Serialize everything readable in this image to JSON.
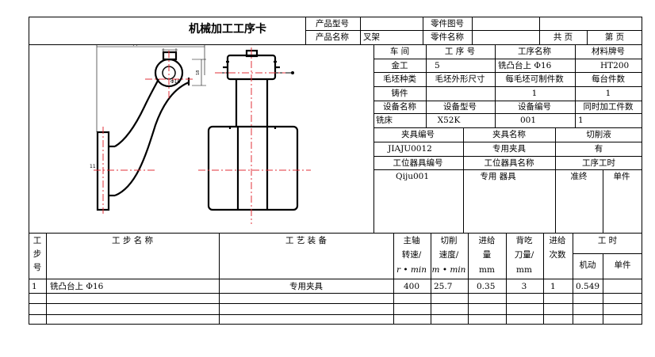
{
  "header": {
    "title": "机械加工工序卡",
    "product_model_label": "产品型号",
    "product_model_value": "",
    "part_drawing_no_label": "零件图号",
    "part_drawing_no_value": "",
    "product_name_label": "产品名称",
    "product_name_value": "叉架",
    "part_name_label": "零件名称",
    "part_name_value": "",
    "total_pages_label": "共  页",
    "page_label": "第  页"
  },
  "info": {
    "workshop_label": "车  间",
    "process_no_label": "工 序 号",
    "process_name_label": "工序名称",
    "material_label": "材料牌号",
    "workshop": "金工",
    "process_no": "5",
    "process_name": "铣凸台上 Φ16",
    "material": "HT200",
    "blank_type_label": "毛坯种类",
    "blank_size_label": "毛坯外形尺寸",
    "pieces_per_blank_label": "每毛坯可制件数",
    "pieces_per_unit_label": "每台件数",
    "blank_type": "铸件",
    "blank_size": "",
    "pieces_per_blank": "1",
    "pieces_per_unit": "1",
    "equipment_name_label": "设备名称",
    "equipment_model_label": "设备型号",
    "equipment_no_label": "设备编号",
    "simultaneous_label": "同时加工件数",
    "equipment_name": "铣床",
    "equipment_model": "X52K",
    "equipment_no": "001",
    "simultaneous": "1",
    "fixture_no_label": "夹具编号",
    "fixture_name_label": "夹具名称",
    "coolant_label": "切削液",
    "fixture_no": "JIAJU0012",
    "fixture_name": "专用夹具",
    "coolant": "有",
    "station_tool_no_label": "工位器具编号",
    "station_tool_name_label": "工位器具名称",
    "process_hours_label": "工序工时",
    "station_tool_no": "Qiju001",
    "station_tool_name": "专用 器具",
    "prep_label": "准终",
    "unit_label": "单件"
  },
  "steps": {
    "col_step_no": [
      "工",
      "步",
      "号"
    ],
    "col_step_name": "工 步 名 称",
    "col_equipment": "工 艺 装 备",
    "col_spindle": [
      "主轴",
      "转速/",
      "r • min"
    ],
    "col_speed": [
      "切削",
      "速度/",
      "m • min"
    ],
    "col_feed": [
      "进给",
      "量",
      "mm"
    ],
    "col_depth": [
      "背吃",
      "刀量/",
      "mm"
    ],
    "col_passes": [
      "进给",
      "次数"
    ],
    "col_hours": "工 时",
    "col_machine": "机动",
    "col_unit": "单件",
    "rows": [
      {
        "no": "1",
        "name": "铣凸台上 Φ16",
        "equipment": "专用夹具",
        "spindle": "400",
        "speed": "25.7",
        "feed": "0.35",
        "depth": "3",
        "passes": "1",
        "machine_time": "0.549",
        "unit_time": ""
      }
    ]
  },
  "drawing": {
    "dim_top": "74",
    "dim_hole": "Φ16",
    "dim_side": "18",
    "dim_left": "11"
  }
}
